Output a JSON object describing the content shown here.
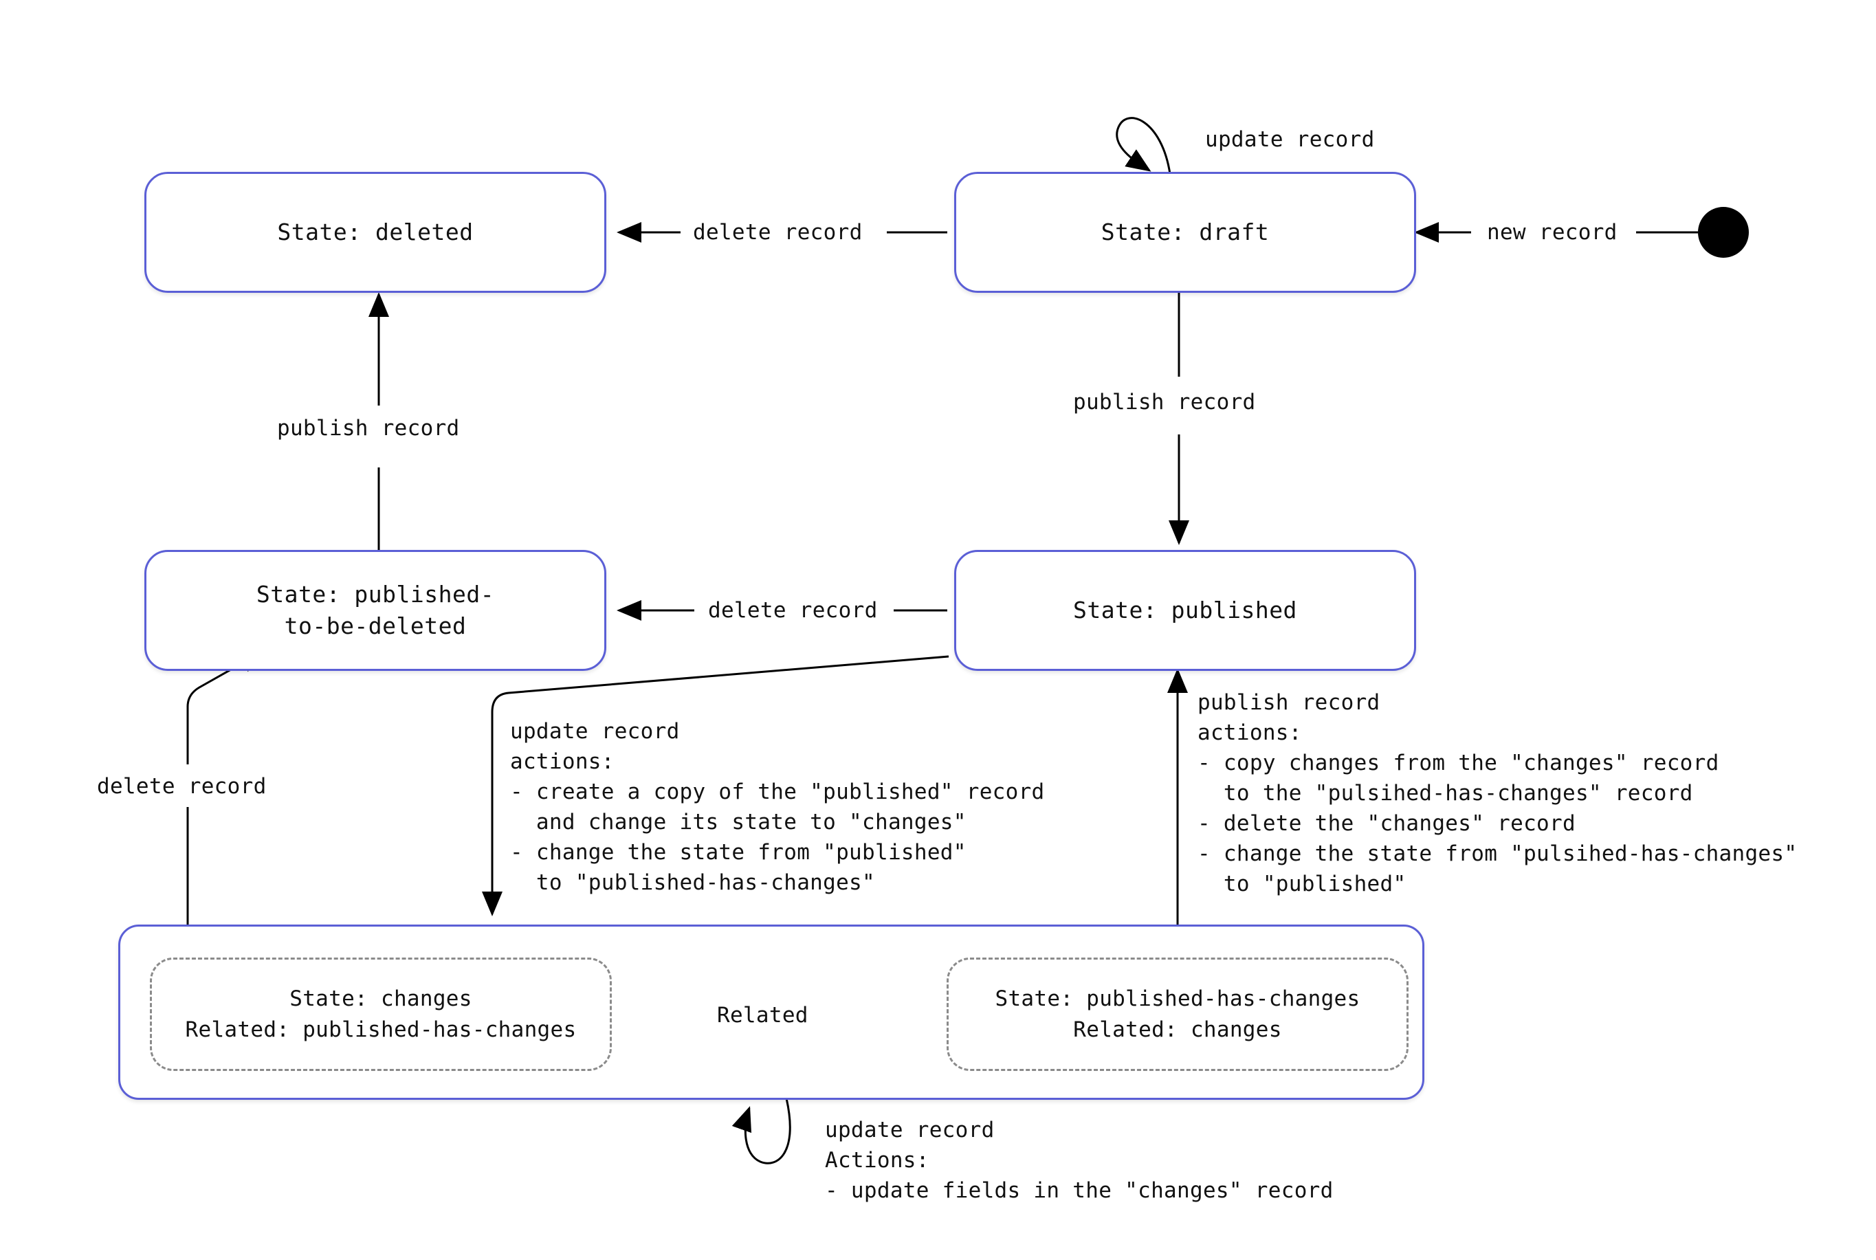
{
  "diagram": {
    "title": "Record lifecycle state machine",
    "accent_color": "#5b5fd6",
    "substate_border_color": "#8b8b8b",
    "edge_color": "#000000",
    "background": "#ffffff"
  },
  "states": {
    "deleted": {
      "label": "State: deleted"
    },
    "draft": {
      "label": "State: draft"
    },
    "published_to_be_deleted": {
      "label": "State: published-\nto-be-deleted"
    },
    "published": {
      "label": "State: published"
    },
    "composite": {
      "label": ""
    },
    "changes": {
      "label": "State: changes\nRelated: published-has-changes"
    },
    "published_has_changes": {
      "label": "State: published-has-changes\nRelated: changes"
    }
  },
  "initial_node": {
    "name": "start-node"
  },
  "edges": {
    "new_record": {
      "label": "new record"
    },
    "draft_self_update": {
      "label": "update record"
    },
    "draft_delete": {
      "label": "delete record"
    },
    "draft_publish": {
      "label": "publish record"
    },
    "ptbd_publish": {
      "label": "publish record"
    },
    "published_delete": {
      "label": "delete record"
    },
    "composite_delete": {
      "label": "delete record"
    },
    "related": {
      "label": "Related"
    },
    "published_update": {
      "label": "update record\nactions:\n- create a copy of the \"published\" record\n  and change its state to \"changes\"\n- change the state from \"published\"\n  to \"published-has-changes\""
    },
    "composite_publish": {
      "label": "publish record\nactions:\n- copy changes from the \"changes\" record\n  to the \"pulsihed-has-changes\" record\n- delete the \"changes\" record\n- change the state from \"pulsihed-has-changes\"\n  to \"published\""
    },
    "composite_self_update": {
      "label": "update record\nActions:\n- update fields in the \"changes\" record"
    }
  }
}
